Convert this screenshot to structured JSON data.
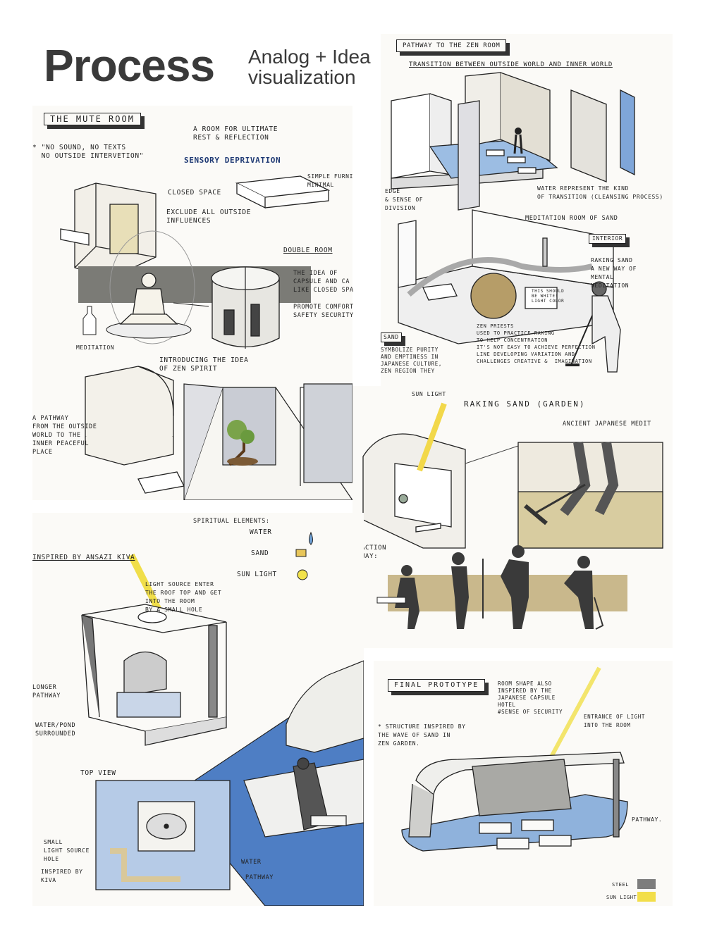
{
  "header": {
    "title": "Process",
    "subtitle_line1": "Analog + Idea",
    "subtitle_line2": "visualization"
  },
  "mute_room": {
    "heading": "THE MUTE ROOM",
    "desc": "A ROOM FOR ULTIMATE\nREST & REFLECTION",
    "quote": "* \"NO SOUND, NO TEXTS\n  NO OUTSIDE INTERVETION\"",
    "sensory": "SENSORY DEPRIVATION",
    "furniture": "SIMPLE FURNI\nMINIMAL",
    "closed": "CLOSED SPACE",
    "exclude": "EXCLUDE ALL OUTSIDE\nINFLUENCES",
    "double_room": "DOUBLE ROOM",
    "capsule": "THE IDEA OF\nCAPSULE AND CA\nLIKE CLOSED SPA",
    "promote": "PROMOTE COMFORT\nSAFETY SECURITY",
    "meditation": "MEDITATION",
    "zen_intro": "INTRODUCING THE IDEA\nOF ZEN SPIRIT",
    "pathway_note": "A PATHWAY\nFROM THE OUTSIDE\nWORLD TO THE\nINNER PEACEFUL\nPLACE"
  },
  "pathway": {
    "heading": "PATHWAY TO THE ZEN ROOM",
    "transition": "TRANSITION BETWEEN OUTSIDE WORLD AND INNER WORLD",
    "edge": "EDGE\n& SENSE OF\nDIVISION",
    "water_note": "WATER REPRESENT THE KIND\nOF TRANSITION (CLEANSING PROCESS)",
    "meditation_sand": "MEDITATION ROOM OF SAND",
    "interior": "INTERIOR",
    "raking_sand": "RAKING SAND\nA NEW WAY OF\nMENTAL\nMEDITATION",
    "white_note": "THIS SHOULD\nBE WHITE!\nLIGHT COLOR",
    "sand_label": "SAND",
    "sand_desc": "SYMBOLIZE PURITY\nAND EMPTINESS IN\nJAPANESE CULTURE,\nZEN REGION THEY",
    "zen_priests": "ZEN PRIESTS\nUSED TO PRACTICE RAKING\nTO HELP CONCENTRATION\nIT'S NOT EASY TO ACHIEVE PERFECTION\nLINE DEVELOPING VARIATION AND\nCHALLENGES CREATIVE &  IMAGINATION"
  },
  "raking": {
    "sun_light": "SUN LIGHT",
    "heading": "RAKING SAND (GARDEN)",
    "sub": "ANCIENT JAPANESE MEDIT",
    "interaction": "ERACTION\nTHWAY:"
  },
  "kiva": {
    "spiritual": "SPIRITUAL ELEMENTS:",
    "water": "WATER",
    "sand": "SAND",
    "sunlight": "SUN LIGHT",
    "inspired": "INSPIRED BY ANSAZI KIVA",
    "light_source": "LIGHT SOURCE ENTER\nTHE ROOF TOP AND GET\nINTO THE ROOM\nBY A SMALL HOLE",
    "longer": "LONGER\nPATHWAY",
    "water_pond": "WATER/POND\nSURROUNDED",
    "top_view": "TOP VIEW",
    "small_light": "SMALL\nLIGHT SOURCE\nHOLE",
    "inspired_kiva": "INSPIRED BY\nKIVA",
    "water_label": "WATER",
    "pathway_label": "PATHWAY"
  },
  "final": {
    "heading": "FINAL PROTOTYPE",
    "room_shape": "ROOM SHAPE ALSO\nINSPIRED BY THE\nJAPANESE CAPSULE\nHOTEL\n#SENSE OF SECURITY",
    "structure": "* STRUCTURE INSPIRED BY\nTHE WAVE OF SAND IN\nZEN GARDEN.",
    "entrance": "ENTRANCE OF LIGHT\nINTO THE ROOM",
    "pathway": "PATHWAY.",
    "steel": "STEEL",
    "sun_light": "SUN LIGHT",
    "swatch_steel": "#7d7d7d",
    "swatch_sun": "#f2de4a"
  },
  "colors": {
    "water": "#8fb2dc",
    "sand": "#d9c89a",
    "shadow": "#5a5a55",
    "sun": "#f4e04a"
  }
}
